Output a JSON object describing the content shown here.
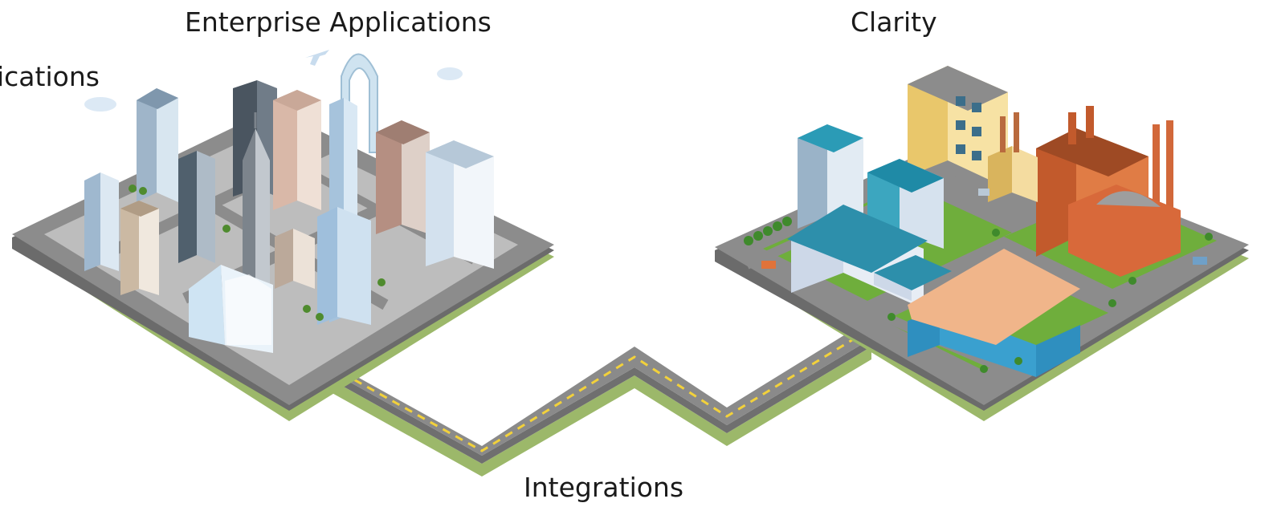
{
  "labels": {
    "enterprise": "Enterprise Applications",
    "clarity": "Clarity",
    "partial_left": "ications",
    "integrations": "Integrations"
  },
  "colors": {
    "road": "#8a8a8a",
    "road_edge": "#6f6f6f",
    "grass_side": "#9cb86a",
    "lane_marking": "#f2d13b",
    "park_green": "#6fae3c"
  }
}
